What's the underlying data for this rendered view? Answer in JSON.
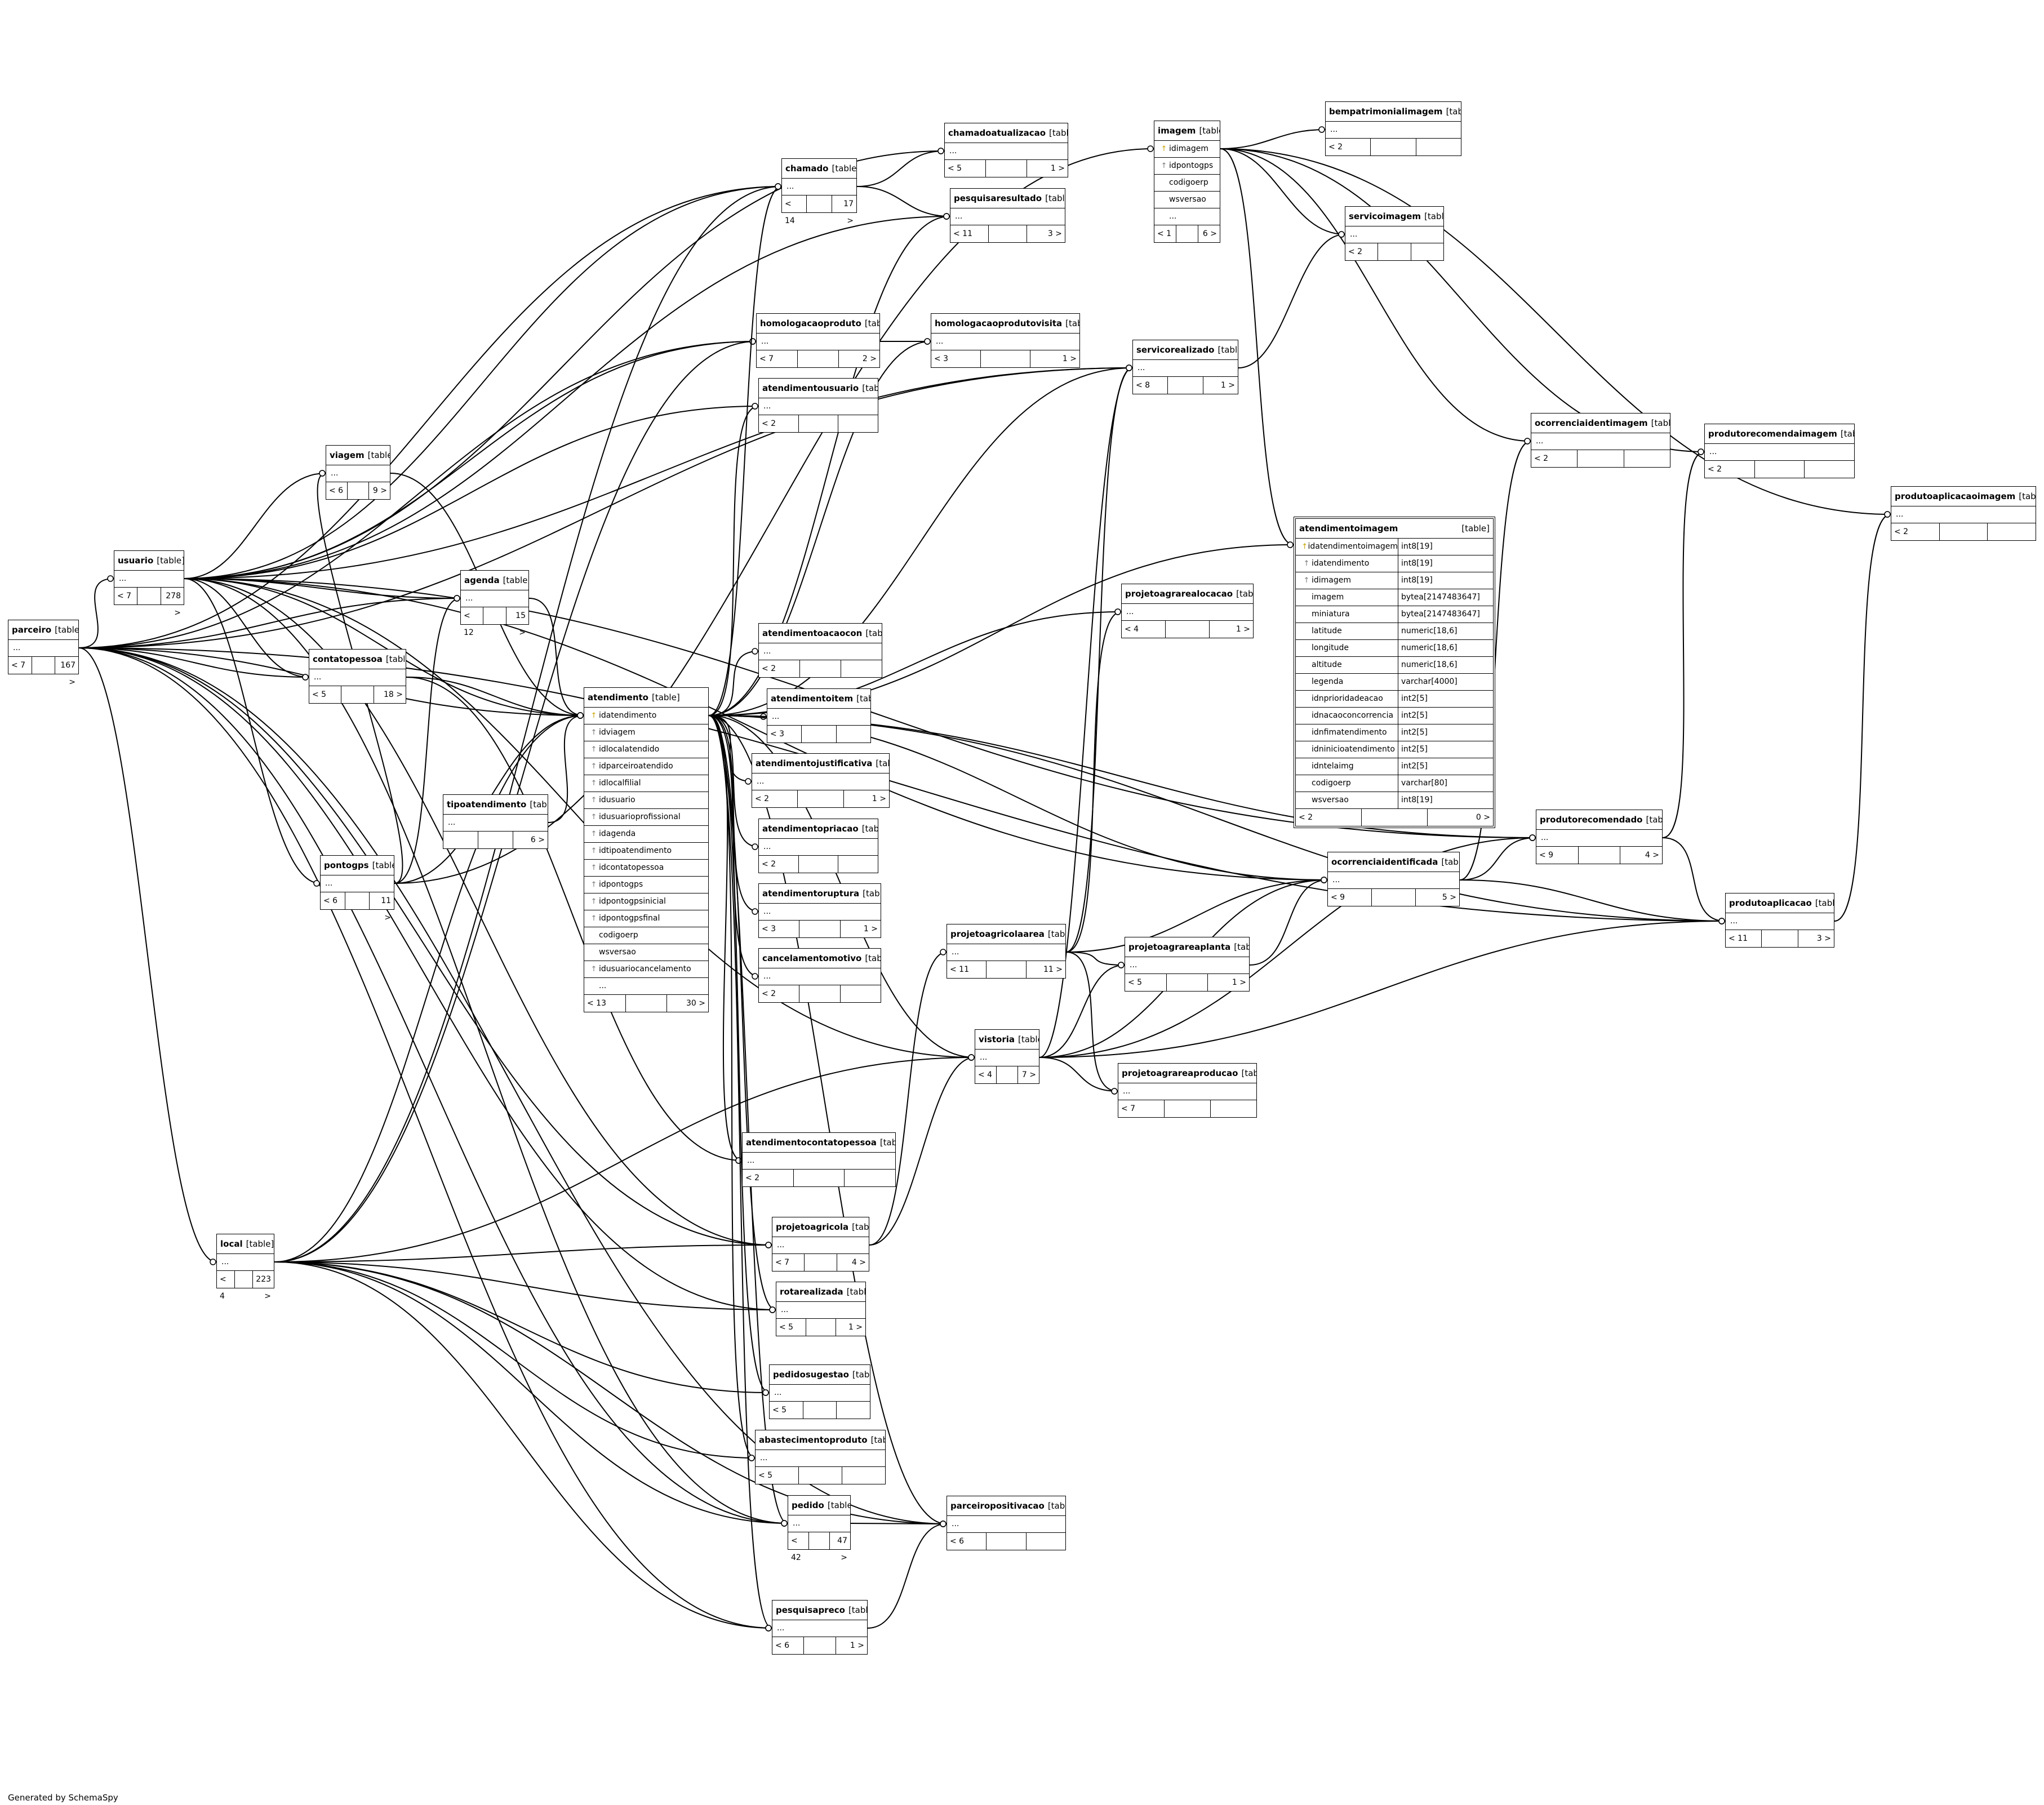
{
  "footer": "Generated by SchemaSpy",
  "table_tag": "[table]",
  "ellipsis": "...",
  "tables": [
    {
      "id": "parceiro",
      "name": "parceiro",
      "rows": [
        "..."
      ],
      "parents": "< 7",
      "children": "167 >"
    },
    {
      "id": "usuario",
      "name": "usuario",
      "rows": [
        "..."
      ],
      "parents": "< 7",
      "children": "278 >"
    },
    {
      "id": "viagem",
      "name": "viagem",
      "rows": [
        "..."
      ],
      "parents": "< 6",
      "children": "9 >"
    },
    {
      "id": "agenda",
      "name": "agenda",
      "rows": [
        "..."
      ],
      "parents": "< 12",
      "children": "15 >"
    },
    {
      "id": "contatopessoa",
      "name": "contatopessoa",
      "rows": [
        "..."
      ],
      "parents": "< 5",
      "children": "18 >"
    },
    {
      "id": "tipoatendimento",
      "name": "tipoatendimento",
      "rows": [
        "..."
      ],
      "parents": "",
      "children": "6 >"
    },
    {
      "id": "pontogps",
      "name": "pontogps",
      "rows": [
        "..."
      ],
      "parents": "< 6",
      "children": "11 >"
    },
    {
      "id": "local",
      "name": "local",
      "rows": [
        "..."
      ],
      "parents": "< 4",
      "children": "223 >"
    },
    {
      "id": "atendimento",
      "name": "atendimento",
      "columns": [
        {
          "key": "pk",
          "name": "idatendimento"
        },
        {
          "key": "fk",
          "name": "idviagem"
        },
        {
          "key": "fk",
          "name": "idlocalatendido"
        },
        {
          "key": "fk",
          "name": "idparceiroatendido"
        },
        {
          "key": "fk",
          "name": "idlocalfilial"
        },
        {
          "key": "fk",
          "name": "idusuario"
        },
        {
          "key": "fk",
          "name": "idusuarioprofissional"
        },
        {
          "key": "fk",
          "name": "idagenda"
        },
        {
          "key": "fk",
          "name": "idtipoatendimento"
        },
        {
          "key": "fk",
          "name": "idcontatopessoa"
        },
        {
          "key": "fk",
          "name": "idpontogps"
        },
        {
          "key": "fk",
          "name": "idpontogpsinicial"
        },
        {
          "key": "fk",
          "name": "idpontogpsfinal"
        },
        {
          "key": "",
          "name": "codigoerp"
        },
        {
          "key": "",
          "name": "wsversao"
        },
        {
          "key": "fk",
          "name": "idusuariocancelamento"
        },
        {
          "key": "",
          "name": "..."
        }
      ],
      "parents": "< 13",
      "children": "30 >"
    },
    {
      "id": "chamado",
      "name": "chamado",
      "rows": [
        "..."
      ],
      "parents": "< 14",
      "children": "17 >"
    },
    {
      "id": "chamadoatualizacao",
      "name": "chamadoatualizacao",
      "rows": [
        "..."
      ],
      "parents": "< 5",
      "children": "1 >"
    },
    {
      "id": "pesquisaresultado",
      "name": "pesquisaresultado",
      "rows": [
        "..."
      ],
      "parents": "< 11",
      "children": "3 >"
    },
    {
      "id": "homologacaoproduto",
      "name": "homologacaoproduto",
      "rows": [
        "..."
      ],
      "parents": "< 7",
      "children": "2 >"
    },
    {
      "id": "homologacaoprodutovisita",
      "name": "homologacaoprodutovisita",
      "rows": [
        "..."
      ],
      "parents": "< 3",
      "children": "1 >"
    },
    {
      "id": "atendimentousuario",
      "name": "atendimentousuario",
      "rows": [
        "..."
      ],
      "parents": "< 2",
      "children": ""
    },
    {
      "id": "atendimentoacaocon",
      "name": "atendimentoacaocon",
      "rows": [
        "..."
      ],
      "parents": "< 2",
      "children": ""
    },
    {
      "id": "atendimentoitem",
      "name": "atendimentoitem",
      "rows": [
        "..."
      ],
      "parents": "< 3",
      "children": ""
    },
    {
      "id": "atendimentojustificativa",
      "name": "atendimentojustificativa",
      "rows": [
        "..."
      ],
      "parents": "< 2",
      "children": "1 >"
    },
    {
      "id": "atendimentopriacao",
      "name": "atendimentopriacao",
      "rows": [
        "..."
      ],
      "parents": "< 2",
      "children": ""
    },
    {
      "id": "atendimentoruptura",
      "name": "atendimentoruptura",
      "rows": [
        "..."
      ],
      "parents": "< 3",
      "children": "1 >"
    },
    {
      "id": "cancelamentomotivo",
      "name": "cancelamentomotivo",
      "rows": [
        "..."
      ],
      "parents": "< 2",
      "children": ""
    },
    {
      "id": "atendimentocontatopessoa",
      "name": "atendimentocontatopessoa",
      "rows": [
        "..."
      ],
      "parents": "< 2",
      "children": ""
    },
    {
      "id": "projetoagricola",
      "name": "projetoagricola",
      "rows": [
        "..."
      ],
      "parents": "< 7",
      "children": "4 >"
    },
    {
      "id": "rotarealizada",
      "name": "rotarealizada",
      "rows": [
        "..."
      ],
      "parents": "< 5",
      "children": "1 >"
    },
    {
      "id": "pedidosugestao",
      "name": "pedidosugestao",
      "rows": [
        "..."
      ],
      "parents": "< 5",
      "children": ""
    },
    {
      "id": "abastecimentoproduto",
      "name": "abastecimentoproduto",
      "rows": [
        "..."
      ],
      "parents": "< 5",
      "children": ""
    },
    {
      "id": "pedido",
      "name": "pedido",
      "rows": [
        "..."
      ],
      "parents": "< 42",
      "children": "47 >"
    },
    {
      "id": "pesquisapreco",
      "name": "pesquisapreco",
      "rows": [
        "..."
      ],
      "parents": "< 6",
      "children": "1 >"
    },
    {
      "id": "parceiropositivacao",
      "name": "parceiropositivacao",
      "rows": [
        "..."
      ],
      "parents": "< 6",
      "children": ""
    },
    {
      "id": "projetoagricolaarea",
      "name": "projetoagricolaarea",
      "rows": [
        "..."
      ],
      "parents": "< 11",
      "children": "11 >"
    },
    {
      "id": "vistoria",
      "name": "vistoria",
      "rows": [
        "..."
      ],
      "parents": "< 4",
      "children": "7 >"
    },
    {
      "id": "projetoagrareaplanta",
      "name": "projetoagrareaplanta",
      "rows": [
        "..."
      ],
      "parents": "< 5",
      "children": "1 >"
    },
    {
      "id": "projetoagrareaproducao",
      "name": "projetoagrareaproducao",
      "rows": [
        "..."
      ],
      "parents": "< 7",
      "children": ""
    },
    {
      "id": "projetoagrarealocacao",
      "name": "projetoagrarealocacao",
      "rows": [
        "..."
      ],
      "parents": "< 4",
      "children": "1 >"
    },
    {
      "id": "servicorealizado",
      "name": "servicorealizado",
      "rows": [
        "..."
      ],
      "parents": "< 8",
      "children": "1 >"
    },
    {
      "id": "imagem",
      "name": "imagem",
      "columns": [
        {
          "key": "pk",
          "name": "idimagem"
        },
        {
          "key": "fk",
          "name": "idpontogps"
        },
        {
          "key": "",
          "name": "codigoerp"
        },
        {
          "key": "",
          "name": "wsversao"
        },
        {
          "key": "",
          "name": "..."
        }
      ],
      "parents": "< 1",
      "children": "6 >"
    },
    {
      "id": "bempatrimonialimagem",
      "name": "bempatrimonialimagem",
      "rows": [
        "..."
      ],
      "parents": "< 2",
      "children": ""
    },
    {
      "id": "servicoimagem",
      "name": "servicoimagem",
      "rows": [
        "..."
      ],
      "parents": "< 2",
      "children": ""
    },
    {
      "id": "atendimentoimagem",
      "name": "atendimentoimagem",
      "focus": true,
      "columns": [
        {
          "key": "pk",
          "name": "idatendimentoimagem",
          "type": "int8[19]"
        },
        {
          "key": "fk",
          "name": "idatendimento",
          "type": "int8[19]"
        },
        {
          "key": "fk",
          "name": "idimagem",
          "type": "int8[19]"
        },
        {
          "key": "",
          "name": "imagem",
          "type": "bytea[2147483647]"
        },
        {
          "key": "",
          "name": "miniatura",
          "type": "bytea[2147483647]"
        },
        {
          "key": "",
          "name": "latitude",
          "type": "numeric[18,6]"
        },
        {
          "key": "",
          "name": "longitude",
          "type": "numeric[18,6]"
        },
        {
          "key": "",
          "name": "altitude",
          "type": "numeric[18,6]"
        },
        {
          "key": "",
          "name": "legenda",
          "type": "varchar[4000]"
        },
        {
          "key": "",
          "name": "idnprioridadeacao",
          "type": "int2[5]"
        },
        {
          "key": "",
          "name": "idnacaoconcorrencia",
          "type": "int2[5]"
        },
        {
          "key": "",
          "name": "idnfimatendimento",
          "type": "int2[5]"
        },
        {
          "key": "",
          "name": "idninicioatendimento",
          "type": "int2[5]"
        },
        {
          "key": "",
          "name": "idntelaimg",
          "type": "int2[5]"
        },
        {
          "key": "",
          "name": "codigoerp",
          "type": "varchar[80]"
        },
        {
          "key": "",
          "name": "wsversao",
          "type": "int8[19]"
        }
      ],
      "parents": "< 2",
      "children": "0 >"
    },
    {
      "id": "ocorrenciaidentimagem",
      "name": "ocorrenciaidentimagem",
      "rows": [
        "..."
      ],
      "parents": "< 2",
      "children": ""
    },
    {
      "id": "ocorrenciaidentificada",
      "name": "ocorrenciaidentificada",
      "rows": [
        "..."
      ],
      "parents": "< 9",
      "children": "5 >"
    },
    {
      "id": "produtorecomendado",
      "name": "produtorecomendado",
      "rows": [
        "..."
      ],
      "parents": "< 9",
      "children": "4 >"
    },
    {
      "id": "produtorecomendaimagem",
      "name": "produtorecomendaimagem",
      "rows": [
        "..."
      ],
      "parents": "< 2",
      "children": ""
    },
    {
      "id": "produtoaplicacaoimagem",
      "name": "produtoaplicacaoimagem",
      "rows": [
        "..."
      ],
      "parents": "< 2",
      "children": ""
    },
    {
      "id": "produtoaplicacao",
      "name": "produtoaplicacao",
      "rows": [
        "..."
      ],
      "parents": "< 11",
      "children": "3 >"
    }
  ]
}
